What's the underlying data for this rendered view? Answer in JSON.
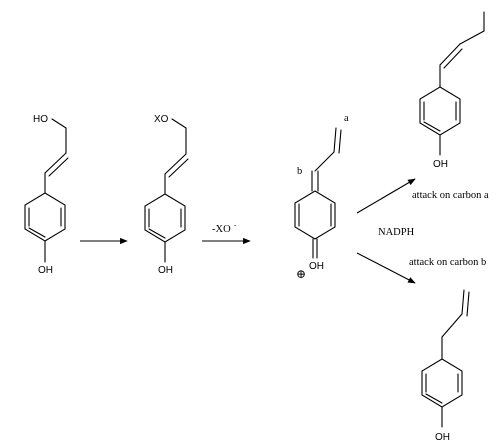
{
  "labels": {
    "ho": "HO",
    "xo": "XO",
    "oh1": "OH",
    "oh2": "OH",
    "oh3": "OH",
    "oh4": "OH",
    "oh5": "OH",
    "carbon_a": "a",
    "carbon_b": "b",
    "plus": "⊕",
    "reagent": "-XO",
    "reagent_charge": "-",
    "nadph": "NADPH",
    "attack_a": "attack on carbon a",
    "attack_b": "attack on carbon b"
  }
}
